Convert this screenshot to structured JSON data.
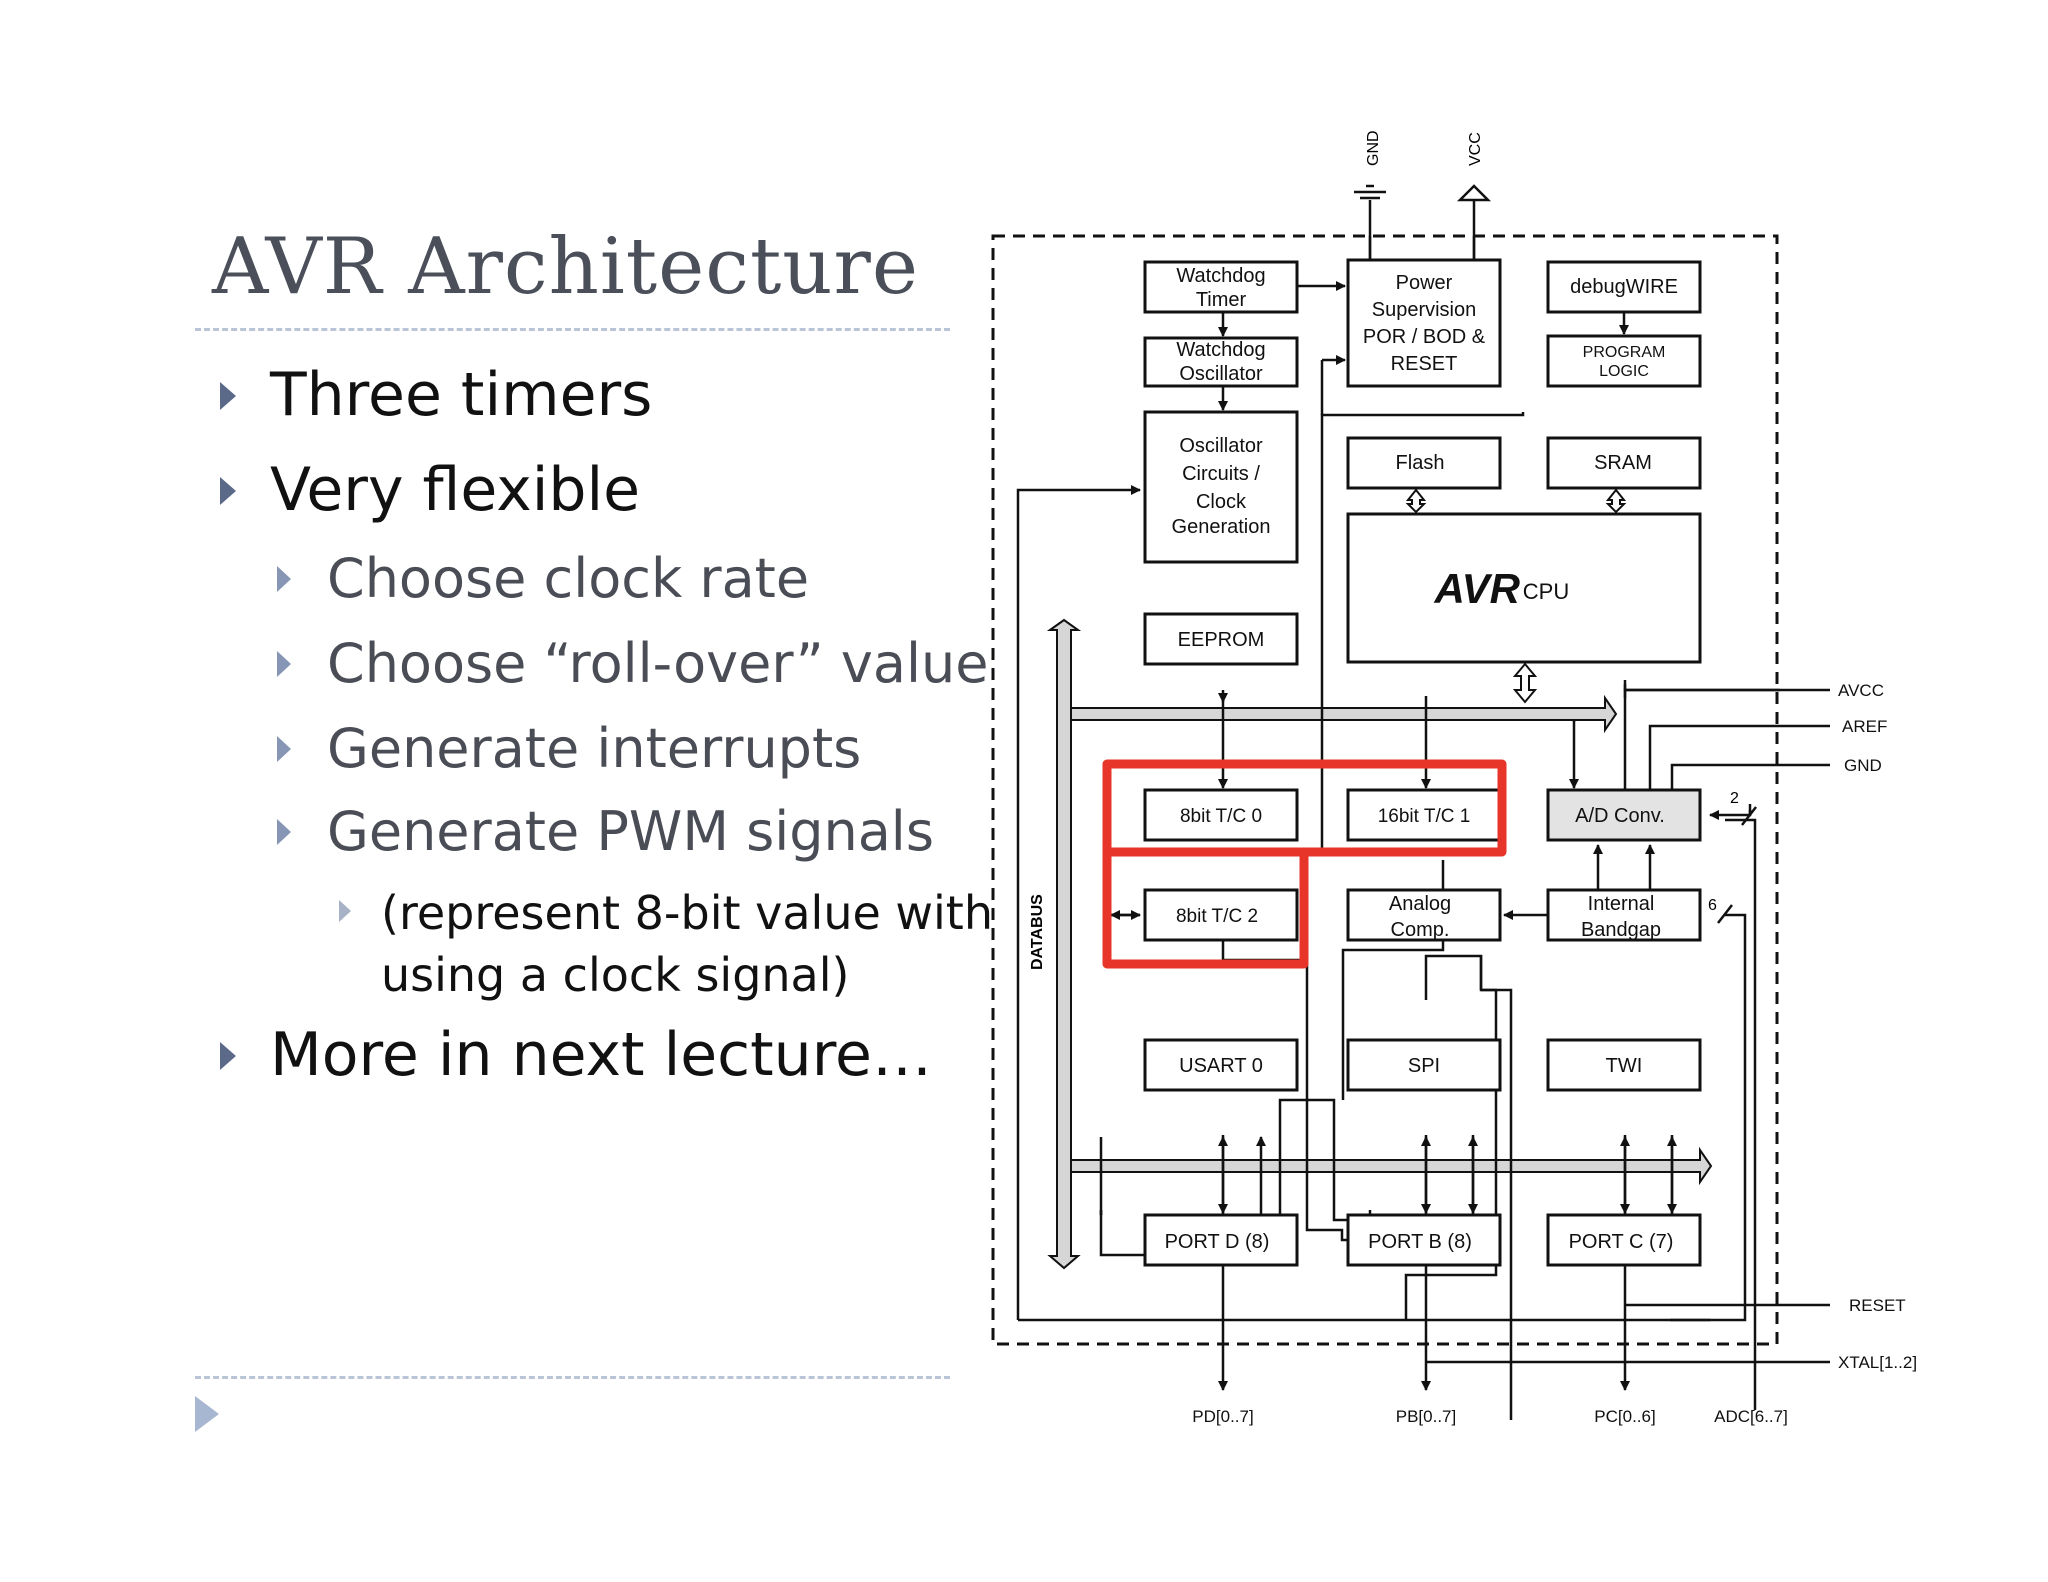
{
  "slide": {
    "title": "AVR Architecture",
    "bullets": [
      {
        "text": "Three timers",
        "level": 1
      },
      {
        "text": "Very flexible",
        "level": 1
      },
      {
        "text": "Choose clock rate",
        "level": 2
      },
      {
        "text": "Choose “roll-over” value",
        "level": 2
      },
      {
        "text": "Generate interrupts",
        "level": 2
      },
      {
        "text": "Generate PWM signals",
        "level": 2
      },
      {
        "text": "(represent 8-bit value with",
        "text2": "using a clock signal)",
        "level": 3
      },
      {
        "text": "More in next lecture…",
        "level": 1
      }
    ]
  },
  "diagram": {
    "power_pins": {
      "gnd": "GND",
      "vcc": "VCC"
    },
    "blocks": {
      "watchdog_timer": [
        "Watchdog",
        "Timer"
      ],
      "watchdog_oscillator": [
        "Watchdog",
        "Oscillator"
      ],
      "power_supervision": [
        "Power",
        "Supervision",
        "POR / BOD &",
        "RESET"
      ],
      "debugwire": "debugWIRE",
      "program_logic": [
        "PROGRAM",
        "LOGIC"
      ],
      "oscillator_circuits": [
        "Oscillator",
        "Circuits /",
        "Clock",
        "Generation"
      ],
      "flash": "Flash",
      "sram": "SRAM",
      "avr_logo": "AVR",
      "cpu": "CPU",
      "eeprom": "EEPROM",
      "tc0": "8bit T/C 0",
      "tc1": "16bit T/C 1",
      "adc": "A/D Conv.",
      "tc2": "8bit T/C 2",
      "analog_comp": [
        "Analog",
        "Comp."
      ],
      "bandgap": [
        "Internal",
        "Bandgap"
      ],
      "usart0": "USART 0",
      "spi": "SPI",
      "twi": "TWI",
      "portd": "PORT D (8)",
      "portb": "PORT B (8)",
      "portc": "PORT C (7)"
    },
    "databus": "DATABUS",
    "bus_counts": {
      "adc_ref": "2",
      "adc_in": "6"
    },
    "right_pins": [
      "AVCC",
      "AREF",
      "GND",
      "RESET",
      "XTAL[1..2]"
    ],
    "bottom_pins": [
      "PD[0..7]",
      "PB[0..7]",
      "PC[0..6]",
      "ADC[6..7]"
    ],
    "colors": {
      "highlight": "#e8352a",
      "bus_fill": "#d6d6d6",
      "adc_fill": "#e3e3e3"
    }
  }
}
